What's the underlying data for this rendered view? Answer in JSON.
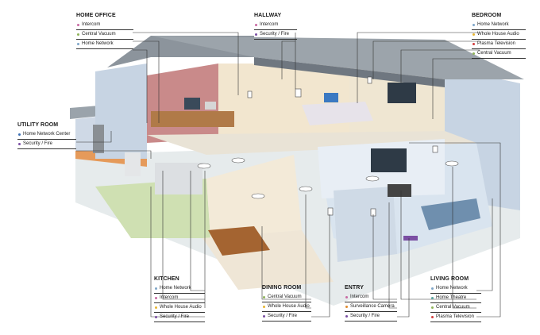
{
  "colors": {
    "network": "#7fa6c9",
    "intercom": "#c96aa3",
    "vacuum": "#8fb35a",
    "security": "#7b4fa3",
    "audio": "#e7b531",
    "television": "#d23c3c",
    "theatre": "#5aa6a0",
    "surveillance": "#e08a2c"
  },
  "rooms": [
    {
      "key": "home-office",
      "title": "HOME OFFICE",
      "items": [
        {
          "label": "Intercom",
          "color": "#c96aa3"
        },
        {
          "label": "Central Vacuum",
          "color": "#8fb35a"
        },
        {
          "label": "Home Network",
          "color": "#7fa6c9"
        }
      ]
    },
    {
      "key": "hallway",
      "title": "HALLWAY",
      "items": [
        {
          "label": "Intercom",
          "color": "#c96aa3"
        },
        {
          "label": "Security / Fire",
          "color": "#7b4fa3"
        }
      ]
    },
    {
      "key": "bedroom",
      "title": "BEDROOM",
      "items": [
        {
          "label": "Home Network",
          "color": "#7fa6c9"
        },
        {
          "label": "Whole House Audio",
          "color": "#e7b531"
        },
        {
          "label": "Plasma Television",
          "color": "#d23c3c"
        },
        {
          "label": "Central Vacuum",
          "color": "#8fb35a"
        }
      ]
    },
    {
      "key": "utility-room",
      "title": "UTILITY ROOM",
      "items": [
        {
          "label": "Home Network Center",
          "color": "#3b6fb5"
        },
        {
          "label": "Security / Fire",
          "color": "#7b4fa3"
        }
      ]
    },
    {
      "key": "kitchen",
      "title": "KITCHEN",
      "items": [
        {
          "label": "Home Network",
          "color": "#7fa6c9"
        },
        {
          "label": "Intercom",
          "color": "#c96aa3"
        },
        {
          "label": "Whole House Audio",
          "color": "#e7b531"
        },
        {
          "label": "Security / Fire",
          "color": "#7b4fa3"
        }
      ]
    },
    {
      "key": "dining-room",
      "title": "DINING ROOM",
      "items": [
        {
          "label": "Central Vacuum",
          "color": "#8fb35a"
        },
        {
          "label": "Whole House Audio",
          "color": "#e7b531"
        },
        {
          "label": "Security / Fire",
          "color": "#7b4fa3"
        }
      ]
    },
    {
      "key": "entry",
      "title": "ENTRY",
      "items": [
        {
          "label": "Intercom",
          "color": "#c96aa3"
        },
        {
          "label": "Surveillance Camera",
          "color": "#e08a2c"
        },
        {
          "label": "Security / Fire",
          "color": "#7b4fa3"
        }
      ]
    },
    {
      "key": "living-room",
      "title": "LIVING ROOM",
      "items": [
        {
          "label": "Home Network",
          "color": "#7fa6c9"
        },
        {
          "label": "Home Theatre",
          "color": "#5aa6a0"
        },
        {
          "label": "Central Vacuum",
          "color": "#8fb35a"
        },
        {
          "label": "Plasma Television",
          "color": "#d23c3c"
        }
      ]
    }
  ]
}
